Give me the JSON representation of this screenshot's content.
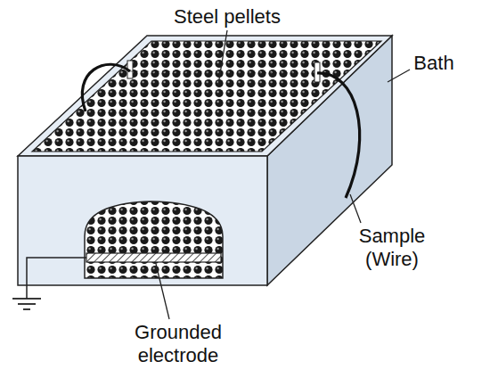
{
  "diagram": {
    "labels": [
      "Steel pellets",
      "Bath",
      "Sample (Wire)",
      "Grounded electrode"
    ]
  }
}
